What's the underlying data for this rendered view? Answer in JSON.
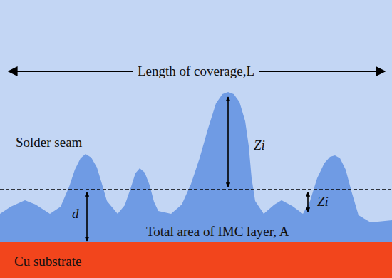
{
  "diagram": {
    "labels": [
      "Length of coverage,L",
      "Solder seam",
      "Zi",
      "d",
      "Zi",
      "Total area of IMC layer, A",
      "Cu substrate"
    ]
  }
}
